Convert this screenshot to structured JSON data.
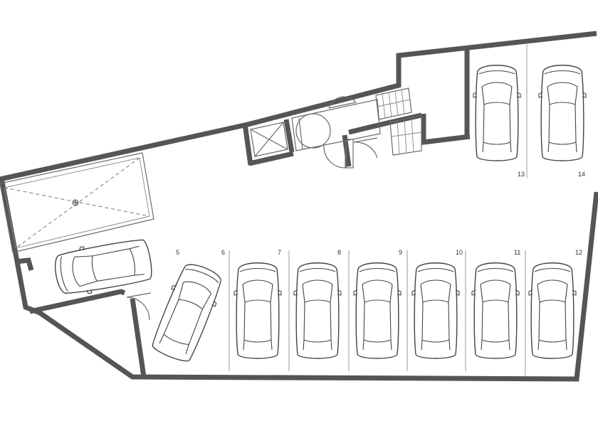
{
  "plan": {
    "spaces": [
      {
        "number": "5"
      },
      {
        "number": "6"
      },
      {
        "number": "7"
      },
      {
        "number": "8"
      },
      {
        "number": "9"
      },
      {
        "number": "10"
      },
      {
        "number": "11"
      },
      {
        "number": "12"
      },
      {
        "number": "13"
      },
      {
        "number": "14"
      }
    ]
  },
  "colors": {
    "wall": "#555555",
    "line": "#444444",
    "background": "#ffffff"
  }
}
